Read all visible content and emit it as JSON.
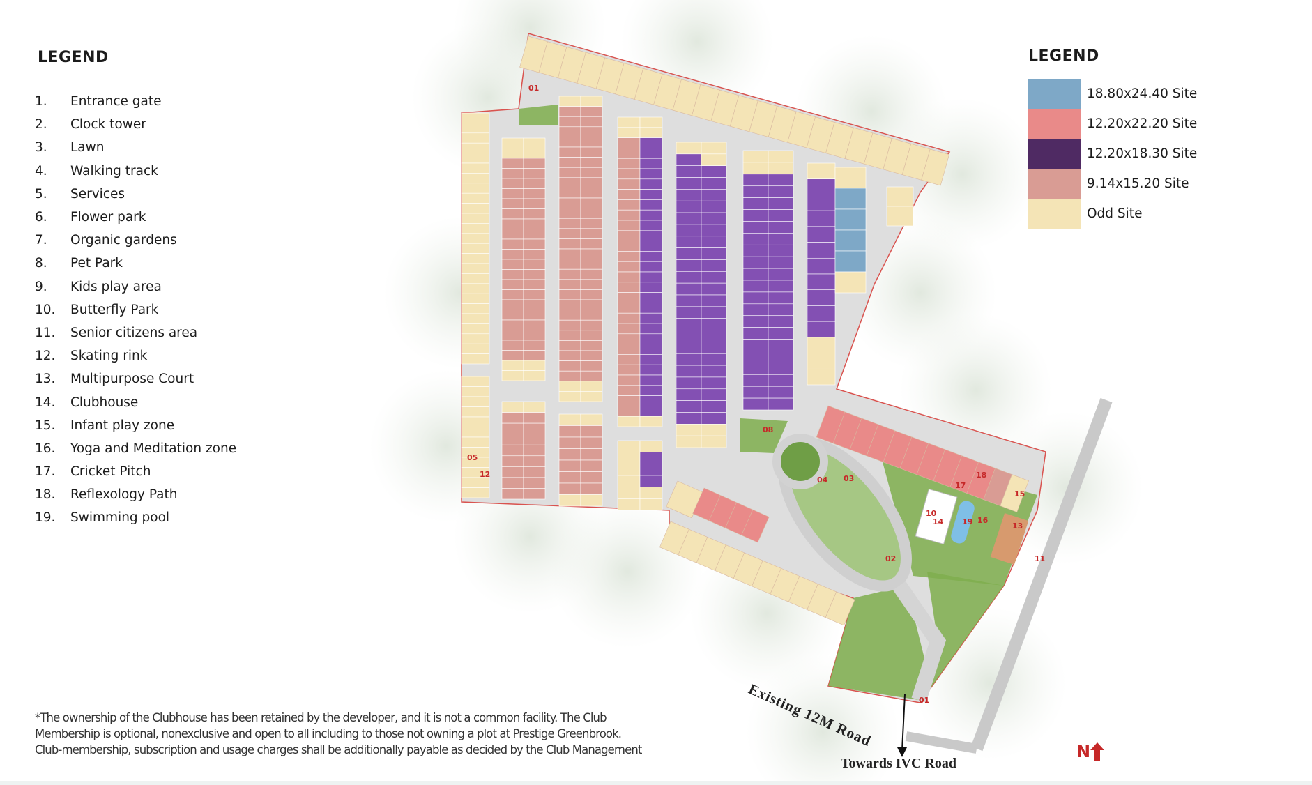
{
  "left_legend": {
    "title": "LEGEND",
    "items": [
      {
        "num": "1.",
        "label": "Entrance gate"
      },
      {
        "num": "2.",
        "label": "Clock tower"
      },
      {
        "num": "3.",
        "label": "Lawn"
      },
      {
        "num": "4.",
        "label": "Walking track"
      },
      {
        "num": "5.",
        "label": "Services"
      },
      {
        "num": "6.",
        "label": "Flower park"
      },
      {
        "num": "7.",
        "label": "Organic gardens"
      },
      {
        "num": "8.",
        "label": "Pet Park"
      },
      {
        "num": "9.",
        "label": "Kids play area"
      },
      {
        "num": "10.",
        "label": "Butterfly Park"
      },
      {
        "num": "11.",
        "label": "Senior citizens area"
      },
      {
        "num": "12.",
        "label": "Skating rink"
      },
      {
        "num": "13.",
        "label": "Multipurpose Court"
      },
      {
        "num": "14.",
        "label": "Clubhouse"
      },
      {
        "num": "15.",
        "label": "Infant play zone"
      },
      {
        "num": "16.",
        "label": "Yoga and Meditation zone"
      },
      {
        "num": "17.",
        "label": "Cricket Pitch"
      },
      {
        "num": "18.",
        "label": "Reflexology Path"
      },
      {
        "num": "19.",
        "label": "Swimming pool"
      }
    ]
  },
  "right_legend": {
    "title": "LEGEND",
    "items": [
      {
        "label": "18.80x24.40 Site",
        "color": "#7ea8c7"
      },
      {
        "label": "12.20x22.20 Site",
        "color": "#e98a89"
      },
      {
        "label": "12.20x18.30 Site",
        "color": "#4f2a63"
      },
      {
        "label": "9.14x15.20 Site",
        "color": "#d99c94"
      },
      {
        "label": "Odd Site",
        "color": "#f4e4b6"
      }
    ]
  },
  "map": {
    "plot_colors": {
      "blue": "#7ea8c7",
      "red": "#e98a89",
      "purple": "#8350b3",
      "pink": "#d99c94",
      "odd": "#f4e4b6"
    },
    "road_color": "#dcdcdc",
    "green_color": "#7fae4e",
    "boundary_color": "#d9534f",
    "amenity_labels": [
      "01",
      "02",
      "03",
      "04",
      "05",
      "08",
      "10",
      "11",
      "12",
      "13",
      "14",
      "15",
      "16",
      "17",
      "18",
      "19",
      "01"
    ],
    "existing_road": "Existing 12M Road",
    "towards": "Towards IVC Road",
    "north": "N"
  },
  "footnote": {
    "lines": [
      "*The ownership of the Clubhouse has been retained by the developer, and it is not a common facility. The Club",
      "Membership is optional, nonexclusive and open to all including to those not owning a plot at  Prestige Greenbrook.",
      "Club-membership, subscription and usage charges shall be additionally payable as decided by the Club Management"
    ]
  }
}
